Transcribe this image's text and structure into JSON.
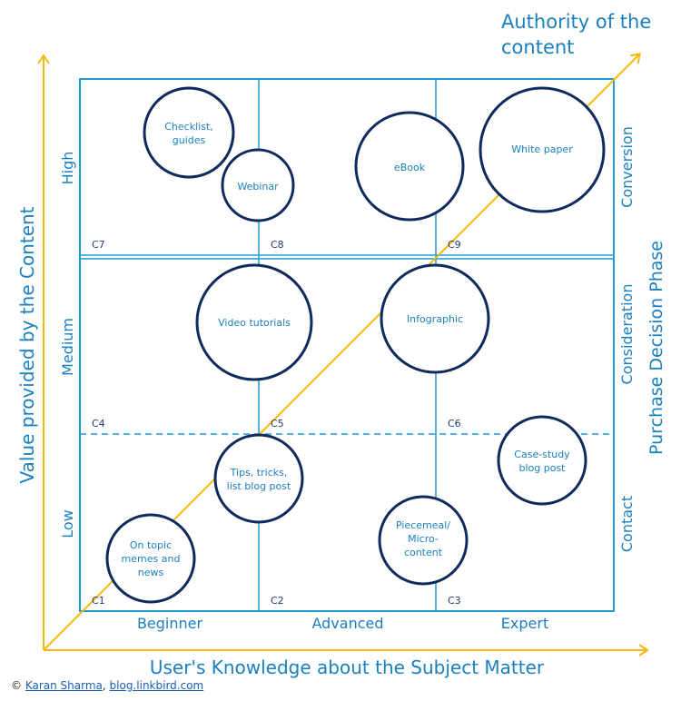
{
  "axes": {
    "x_label": "User's Knowledge about the Subject Matter",
    "y_label": "Value provided by the Content",
    "diagonal_label_line1": "Authority of the",
    "diagonal_label_line2": "content",
    "right_label": "Purchase Decision Phase"
  },
  "columns": [
    "Beginner",
    "Advanced",
    "Expert"
  ],
  "rows": [
    "Low",
    "Medium",
    "High"
  ],
  "phases": [
    "Contact",
    "Consideration",
    "Conversion"
  ],
  "cells": [
    "C1",
    "C2",
    "C3",
    "C4",
    "C5",
    "C6",
    "C7",
    "C8",
    "C9"
  ],
  "bubbles": [
    {
      "lines": [
        "Checklist,",
        "guides"
      ]
    },
    {
      "lines": [
        "Webinar"
      ]
    },
    {
      "lines": [
        "eBook"
      ]
    },
    {
      "lines": [
        "White paper"
      ]
    },
    {
      "lines": [
        "Video tutorials"
      ]
    },
    {
      "lines": [
        "Infographic"
      ]
    },
    {
      "lines": [
        "Tips, tricks,",
        "list blog post"
      ]
    },
    {
      "lines": [
        "Case-study",
        "blog post"
      ]
    },
    {
      "lines": [
        "On topic",
        "memes and",
        "news"
      ]
    },
    {
      "lines": [
        "Piecemeal/",
        "Micro-",
        "content"
      ]
    }
  ],
  "footer": {
    "copyright": "©",
    "author": "Karan Sharma",
    "separator": ",",
    "site": "blog.linkbird.com"
  },
  "colors": {
    "grid": "#1e9ad6",
    "arrow": "#f5b80f",
    "bubble_stroke": "#0f2a5c",
    "text": "#1a7fbf"
  }
}
